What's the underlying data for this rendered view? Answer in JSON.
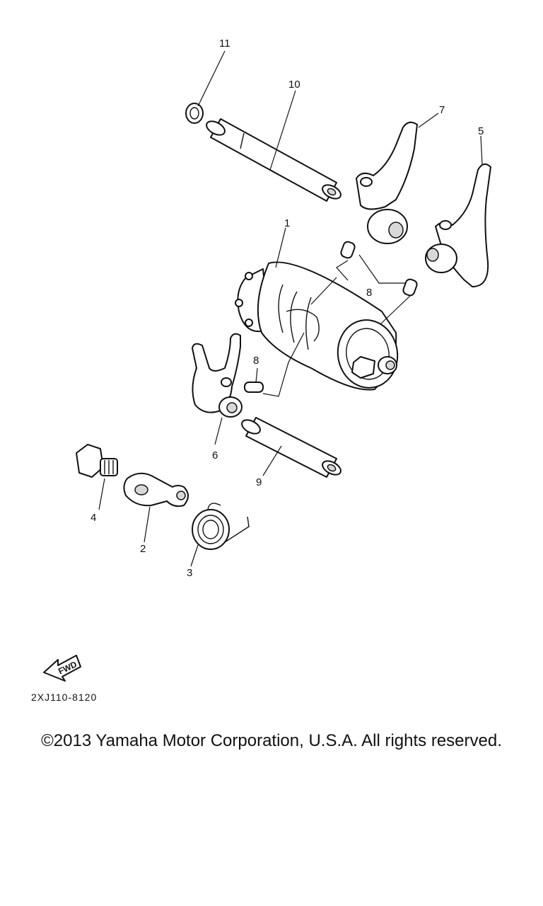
{
  "callouts": {
    "p1": "1",
    "p2": "2",
    "p3": "3",
    "p4": "4",
    "p5": "5",
    "p6": "6",
    "p7": "7",
    "p8a": "8",
    "p8b": "8",
    "p9": "9",
    "p10": "10",
    "p11": "11"
  },
  "fwd_arrow": {
    "label": "FWD",
    "icon": "fwd-arrow-icon"
  },
  "diagram_code": "2XJ110-8120",
  "copyright": "©2013 Yamaha Motor Corporation, U.S.A. All rights reserved."
}
